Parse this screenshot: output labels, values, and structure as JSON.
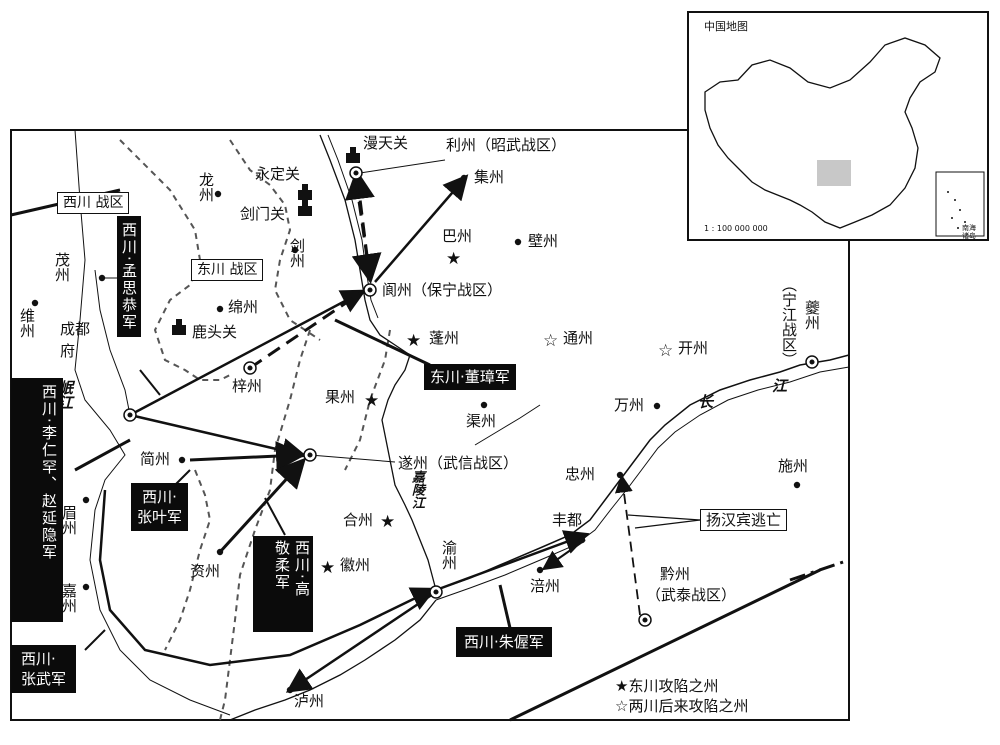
{
  "inset": {
    "title": "中国地图",
    "scale": "1 : 100 000 000",
    "south_sea_label": "南海诸岛"
  },
  "zones": {
    "xichuan": "西川 战区",
    "dongchuan": "东川 战区",
    "lizhou": "利州（昭武战区）",
    "langzhou": "阆州（保宁战区）",
    "suizhou": "遂州（武信战区）",
    "qianzhou": "黔州",
    "qianzhou_zone": "（武泰战区）",
    "kuizhou": "夔州",
    "ningjiang": "（宁江战区）"
  },
  "places": {
    "mantianguan": "漫天关",
    "jizhou": "集州",
    "yongdingguan": "永定关",
    "longzhou": "龙州",
    "jianmenguan": "剑门关",
    "jianzhou": "剑州",
    "bazhou": "巴州",
    "bizhou": "壁州",
    "maozhou": "茂州",
    "weizhou": "维州",
    "mianzhou": "绵州",
    "lutouguan": "鹿头关",
    "chengdufu": "成都府",
    "zizhou": "梓州",
    "pengzhou": "蓬州",
    "tongzhou": "通州",
    "kaizhou": "开州",
    "guozhou": "果州",
    "quzhou": "渠州",
    "wanzhou": "万州",
    "jianzhou2": "简州",
    "zhongzhou": "忠州",
    "shizhou": "施州",
    "meizhou": "眉州",
    "hezhou": "合州",
    "fengdu": "丰都",
    "yuzhou": "渝州",
    "jiazhou": "嘉州",
    "ziz": "资州",
    "huizhou": "徽州",
    "fuzhou": "涪州",
    "luzhou": "泸州"
  },
  "rivers": {
    "minjiang": "岷江",
    "jialingjiang": "嘉陵江",
    "changjiang_1": "长",
    "changjiang_2": "江"
  },
  "armies": {
    "meng": "西川·孟思恭军",
    "dong": "东川·董璋军",
    "li": "西川·李仁罕、赵延隐军",
    "zhangye": "西川·张叶军",
    "gao": "西川·高敬柔军",
    "zhangwu": "西川·张武军",
    "zhuwo": "西川·朱偓军"
  },
  "army_lines": {
    "gao_1": "西川·高",
    "gao_2": "敬柔军",
    "zhangye_1": "西川·",
    "zhangye_2": "张叶军",
    "zhangwu_1": "西川·",
    "zhangwu_2": "张武军"
  },
  "yang": "扬汉宾逃亡",
  "legend": {
    "captured_dong": "★东川攻陷之州",
    "captured_both": "☆两川后来攻陷之州"
  }
}
